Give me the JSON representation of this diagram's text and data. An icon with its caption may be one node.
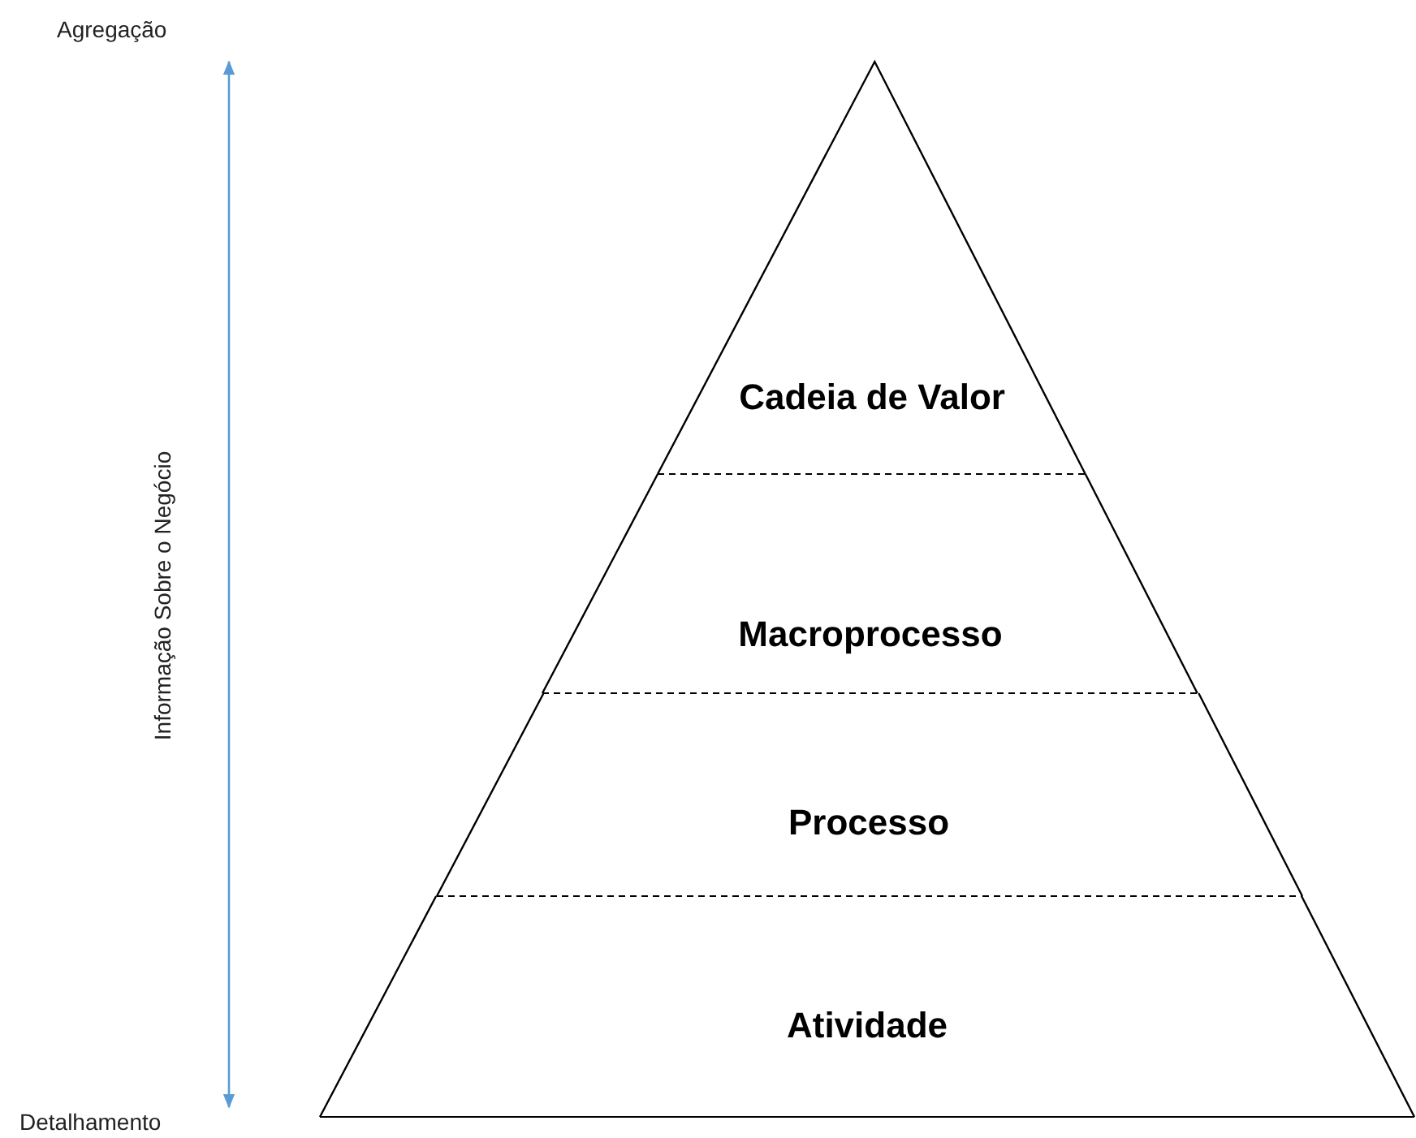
{
  "diagram": {
    "nodes": [
      {
        "text": [
          "Agregação"
        ]
      },
      {
        "text": [
          "Detalhamento"
        ]
      },
      {
        "text": [
          "Cadeia de Valor"
        ]
      },
      {
        "text": [
          "Macroprocesso"
        ]
      },
      {
        "text": [
          "Processo"
        ]
      },
      {
        "text": [
          "Atividade"
        ]
      }
    ],
    "edges": [
      {
        "from": 0,
        "to": 1,
        "arrow": "both",
        "color": "#5b9bd5"
      }
    ],
    "labels": [
      "Informação Sobre o Negócio"
    ]
  }
}
